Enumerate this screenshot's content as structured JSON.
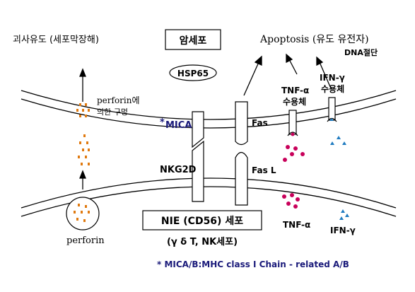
{
  "labels": {
    "necrosis": "괴사유도 (세포막장해)",
    "cancer_cell": "암세포",
    "apoptosis": "Apoptosis (유도 유전자)",
    "dna_cleavage": "DNA절단",
    "hsp": "HSP65",
    "perforin_top_line1": "perforin에",
    "perforin_top_line2": "의한 구멍",
    "mica": "MICA/B",
    "mica_star": "*",
    "fas": "Fas",
    "tnf_receptor_line1": "TNF-α",
    "tnf_receptor_line2": "수용체",
    "ifn_receptor_line1": "IFN-γ",
    "ifn_receptor_line2": "수용체",
    "nkg2d": "NKG2D",
    "fasl": "Fas L",
    "nk_cell_line1": "NIE (CD56) 세포",
    "nk_cell_line2": "(γ δ T, NK세포)",
    "perforin_bottom": "perforin",
    "tnf_bottom": "TNF-α",
    "ifn_bottom": "IFN-γ",
    "footnote": "* MICA/B:MHC class I Chain - related A/B"
  },
  "colors": {
    "line": "#000000",
    "perforin_dot": "#e07a10",
    "tnf_dot": "#c8005a",
    "ifn_dot": "#1f7bc0",
    "mica_text": "#1a1a7a",
    "footnote_text": "#1a1a7a"
  }
}
